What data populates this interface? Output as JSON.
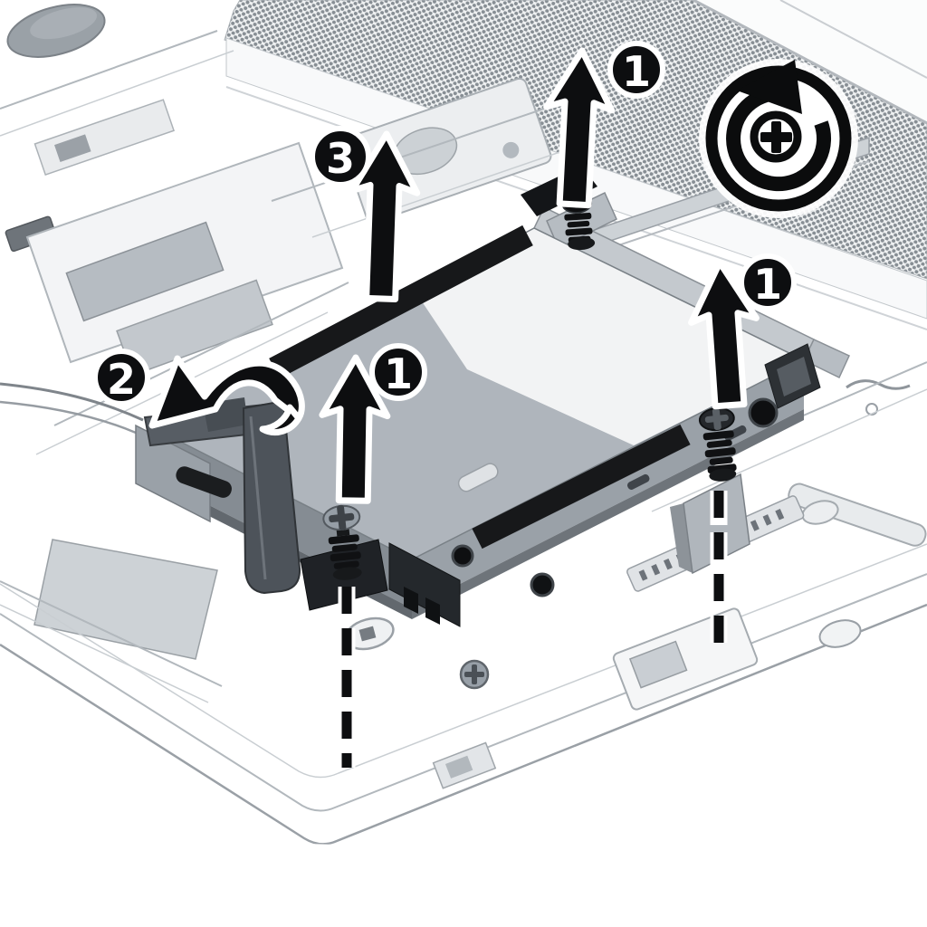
{
  "diagram": {
    "subject": "laptop-hard-drive-removal-illustration",
    "callouts": [
      {
        "label": "1",
        "marker": "up-arrow",
        "target": "rear-captive-screw"
      },
      {
        "label": "1",
        "marker": "up-arrow",
        "target": "drive-body-center"
      },
      {
        "label": "1",
        "marker": "up-arrow",
        "target": "right-captive-screw"
      },
      {
        "label": "2",
        "marker": "curved-lift-arrow",
        "target": "release-lever"
      },
      {
        "label": "3",
        "marker": "up-arrow",
        "target": "drive-assembly-lift"
      }
    ],
    "icon": {
      "name": "unscrew-counterclockwise-icon",
      "elements": [
        "outer-ring",
        "counterclockwise-arrow",
        "phillips-screw-symbol"
      ]
    },
    "guides": [
      {
        "style": "dashed",
        "from": "left-bracket-screw",
        "to": "screw-boss"
      },
      {
        "style": "dashed",
        "from": "right-bracket-screw",
        "to": "bay-floor"
      }
    ],
    "colors": {
      "callout_fill": "#0d0e10",
      "callout_text": "#ffffff",
      "callout_outline": "#ffffff",
      "arrow_fill": "#0d0e10",
      "line_art": "#a8aeb4",
      "vent_dot": "#878e94",
      "hdd_top": "#afb5bc",
      "hdd_label": "#f2f3f4",
      "rail": "#17181a",
      "lever": "#4d535a"
    }
  }
}
